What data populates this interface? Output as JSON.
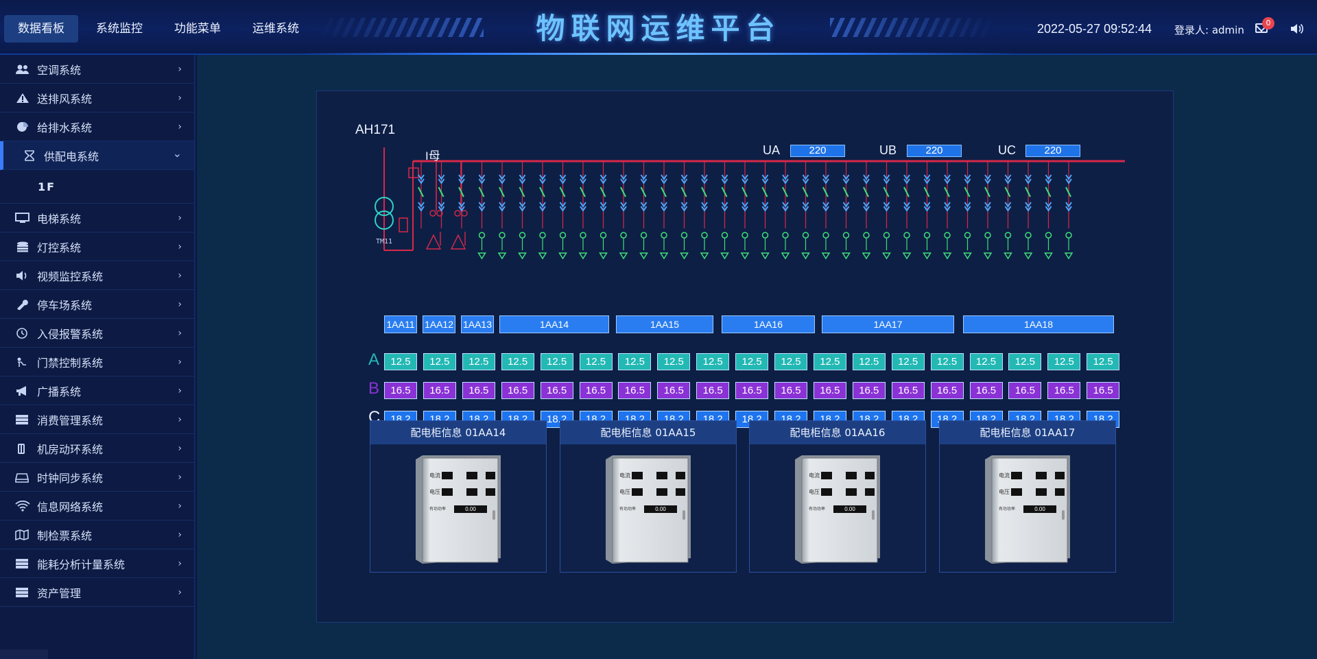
{
  "header": {
    "title": "物联网运维平台",
    "nav": [
      "数据看板",
      "系统监控",
      "功能菜单",
      "运维系统"
    ],
    "datetime": "2022-05-27 09:52:44",
    "login_label": "登录人:",
    "login_user": "admin",
    "mail_badge": "0"
  },
  "sidebar": {
    "items": [
      {
        "label": "空调系统",
        "icon": "users-icon"
      },
      {
        "label": "送排风系统",
        "icon": "warning-icon"
      },
      {
        "label": "给排水系统",
        "icon": "pie-chart-icon"
      },
      {
        "label": "供配电系统",
        "icon": "hourglass-icon",
        "open": true
      },
      {
        "label": "电梯系统",
        "icon": "monitor-icon"
      },
      {
        "label": "灯控系统",
        "icon": "database-icon"
      },
      {
        "label": "视频监控系统",
        "icon": "volume-icon"
      },
      {
        "label": "停车场系统",
        "icon": "wrench-icon"
      },
      {
        "label": "入侵报警系统",
        "icon": "alarm-icon"
      },
      {
        "label": "门禁控制系统",
        "icon": "door-icon"
      },
      {
        "label": "广播系统",
        "icon": "megaphone-icon"
      },
      {
        "label": "消费管理系统",
        "icon": "server-icon"
      },
      {
        "label": "机房动环系统",
        "icon": "battery-icon"
      },
      {
        "label": "时钟同步系统",
        "icon": "drive-icon"
      },
      {
        "label": "信息网络系统",
        "icon": "wifi-icon"
      },
      {
        "label": "制检票系统",
        "icon": "map-icon"
      },
      {
        "label": "能耗分析计量系统",
        "icon": "server-icon"
      },
      {
        "label": "资产管理",
        "icon": "server-icon"
      }
    ],
    "sub_item": "1F"
  },
  "diagram": {
    "source_label": "AH171",
    "bus_label": "I母",
    "transformer_label": "TM11",
    "voltages": [
      {
        "name": "UA",
        "value": "220"
      },
      {
        "name": "UB",
        "value": "220"
      },
      {
        "name": "UC",
        "value": "220"
      }
    ],
    "cabinets": [
      "1AA11",
      "1AA12",
      "1AA13",
      "1AA14",
      "1AA15",
      "1AA16",
      "1AA17",
      "1AA18"
    ],
    "phases": [
      {
        "name": "A",
        "color": "#23b8b4",
        "value": "12.5"
      },
      {
        "name": "B",
        "color": "#8a32d6",
        "value": "16.5"
      },
      {
        "name": "C",
        "color": "#1e74ee",
        "value": "18.2"
      }
    ],
    "phase_cell_count": 19
  },
  "info_cards": [
    {
      "title": "配电柜信息",
      "id": "01AA14",
      "power_label": "有功功率",
      "power": "0.00",
      "current_label": "电流",
      "voltage_label": "电压"
    },
    {
      "title": "配电柜信息",
      "id": "01AA15",
      "power_label": "有功功率",
      "power": "0.00",
      "current_label": "电流",
      "voltage_label": "电压"
    },
    {
      "title": "配电柜信息",
      "id": "01AA16",
      "power_label": "有功功率",
      "power": "0.00",
      "current_label": "电流",
      "voltage_label": "电压"
    },
    {
      "title": "配电柜信息",
      "id": "01AA17",
      "power_label": "有功功率",
      "power": "0.00",
      "current_label": "电流",
      "voltage_label": "电压"
    }
  ]
}
